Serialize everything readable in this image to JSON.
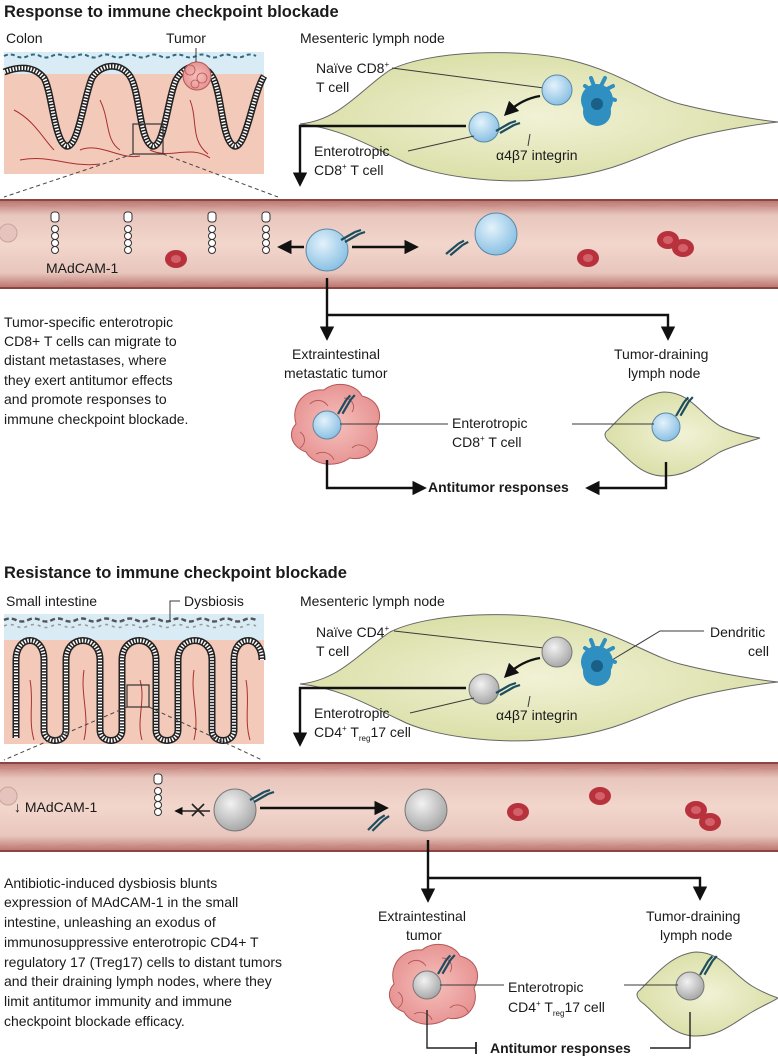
{
  "top": {
    "title": "Response to immune checkpoint blockade",
    "colon_label": "Colon",
    "tumor_label": "Tumor",
    "node_label": "Mesenteric lymph node",
    "naive_line1": "Naïve CD8",
    "naive_sup": "+",
    "naive_line2": "T cell",
    "entero_line1": "Enterotropic",
    "entero_line2a": "CD8",
    "entero_sup": "+",
    "entero_line2b": " T cell",
    "integrin_label": "α4β7 integrin",
    "madcam_label": "MAdCAM-1",
    "desc": [
      "Tumor-specific enterotropic",
      "CD8+ T cells can migrate to",
      "distant metastases, where",
      "they exert antitumor effects",
      "and promote responses to",
      "immune checkpoint blockade."
    ],
    "tumor_dest_line1": "Extraintestinal",
    "tumor_dest_line2": "metastatic tumor",
    "ln_dest_line1": "Tumor-draining",
    "ln_dest_line2": "lymph node",
    "center_line1": "Enterotropic",
    "center_line2a": "CD8",
    "center_sup": "+",
    "center_line2b": " T cell",
    "outcome": "Antitumor responses"
  },
  "bottom": {
    "title": "Resistance to immune checkpoint blockade",
    "intestine_label": "Small intestine",
    "dysbiosis_label": "Dysbiosis",
    "node_label": "Mesenteric lymph node",
    "naive_line1": "Naïve CD4",
    "naive_sup": "+",
    "naive_line2": "T cell",
    "dendritic_line1": "Dendritic",
    "dendritic_line2": "cell",
    "entero_line1": "Enterotropic",
    "entero_line2a": "CD4",
    "entero_sup": "+",
    "entero_line2b": " T",
    "entero_sub": "reg",
    "entero_line2c": "17 cell",
    "integrin_label": "α4β7 integrin",
    "madcam_label": "↓ MAdCAM-1",
    "desc": [
      "Antibiotic-induced dysbiosis blunts",
      "expression of MAdCAM-1 in the small",
      "intestine, unleashing an exodus of",
      "immunosuppressive enterotropic CD4+ T",
      "regulatory 17 (Treg17) cells to distant tumors",
      "and their draining lymph nodes, where they",
      "limit antitumor immunity and immune",
      "checkpoint blockade efficacy."
    ],
    "tumor_dest_line1": "Extraintestinal",
    "tumor_dest_line2": "tumor",
    "ln_dest_line1": "Tumor-draining",
    "ln_dest_line2": "lymph node",
    "center_line1": "Enterotropic",
    "center_line2a": "CD4",
    "center_sup": "+",
    "center_line2b": " T",
    "center_sub": "reg",
    "center_line2c": "17 cell",
    "outcome": "Antitumor responses"
  },
  "colors": {
    "tissue": "#f3c9b9",
    "lumen": "#d9ecf6",
    "lymph_node": "#e9ebc1",
    "vessel": "#c98a84",
    "vessel_wall": "#e7bdb4",
    "cd8_cell": "#a9d2ec",
    "cd4_cell": "#c4c4c4",
    "dendritic_cell": "#2f8fc0",
    "rbc": "#b8323d",
    "tumor": "#f0a3a3"
  }
}
